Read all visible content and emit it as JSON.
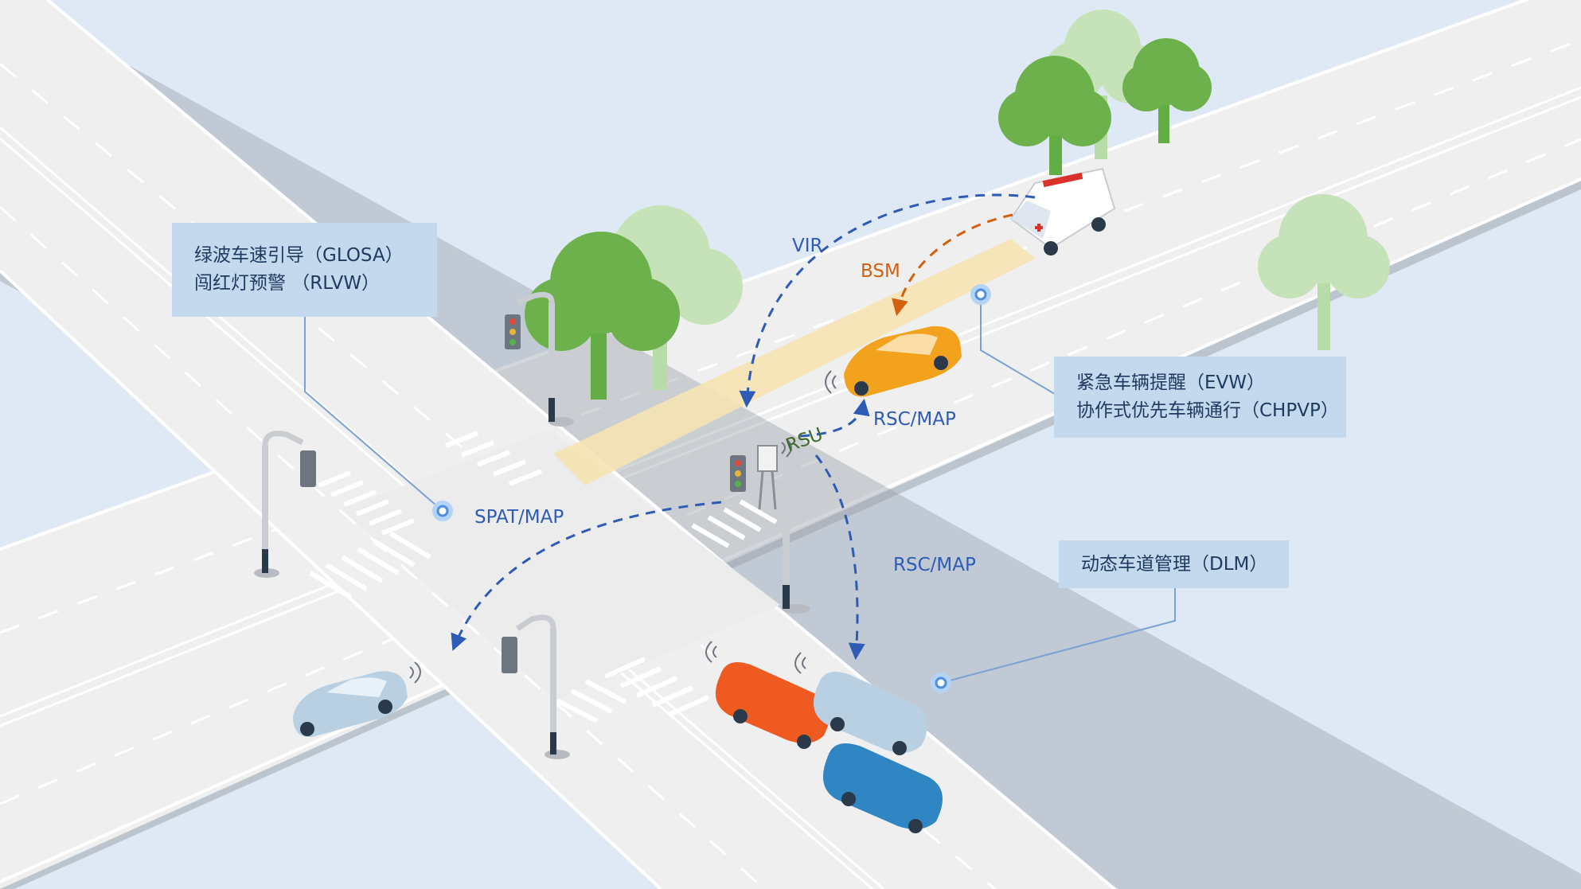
{
  "callouts": {
    "glosa": {
      "line1": "绿波车速引导（GLOSA）",
      "line2": "闯红灯预警 （RLVW）"
    },
    "evw": {
      "line1": "紧急车辆提醒（EVW）",
      "line2": "协作式优先车辆通行（CHPVP）"
    },
    "dlm": {
      "line1": "动态车道管理（DLM）"
    }
  },
  "messages": {
    "vir": "VIR",
    "bsm": "BSM",
    "rsu": "RSU",
    "rsc_map_upper": "RSC/MAP",
    "rsc_map_lower": "RSC/MAP",
    "spat_map": "SPAT/MAP"
  },
  "colors": {
    "background": "#dfe9f5",
    "road": "#efefef",
    "callout_fill": "#c4d8ee",
    "callout_text": "#1f3a5f",
    "message_blue": "#2e5bb5",
    "message_orange": "#d35f10",
    "message_green": "#3f6b2a",
    "priority_lane": "#f5e3b3",
    "tree_green": "#63ad45",
    "tree_light": "#b8dca8"
  },
  "icons": [
    "ambulance-icon",
    "traffic-light-icon",
    "rsu-antenna-icon",
    "tree-icon",
    "car-icon",
    "signal-wave-icon",
    "connector-dot-icon"
  ]
}
